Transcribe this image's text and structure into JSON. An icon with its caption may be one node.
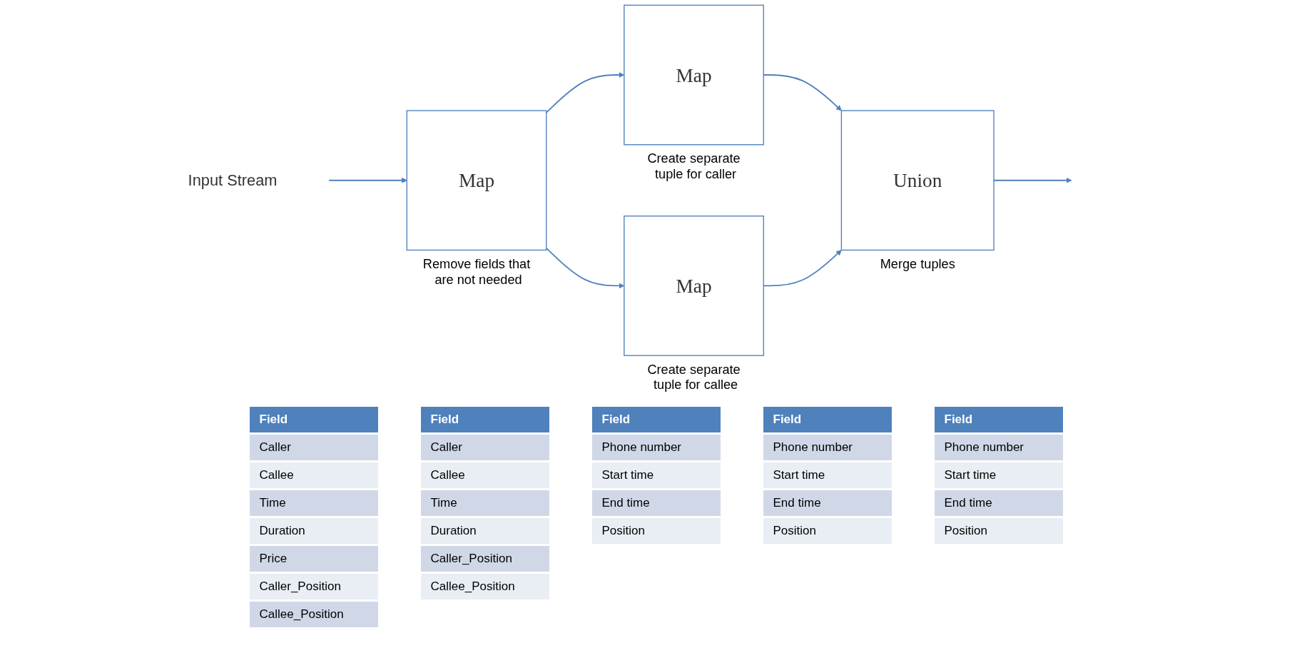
{
  "diagram": {
    "nodes": [
      {
        "text": [
          "Input Stream"
        ]
      },
      {
        "text": [
          "Map"
        ],
        "beside": [
          "Remove fields that are not needed"
        ]
      },
      {
        "text": [
          "Map"
        ],
        "beside": [
          "Create separate tuple for caller"
        ]
      },
      {
        "text": [
          "Map"
        ],
        "beside": [
          "Create separate tuple for callee"
        ]
      },
      {
        "text": [
          "Union"
        ],
        "beside": [
          "Merge tuples"
        ]
      }
    ],
    "edges": [
      {
        "from": 0,
        "to": 1,
        "arrow": "to"
      },
      {
        "from": 1,
        "to": 2,
        "arrow": "to"
      },
      {
        "from": 1,
        "to": 3,
        "arrow": "to"
      },
      {
        "from": 2,
        "to": 4,
        "arrow": "to"
      },
      {
        "from": 3,
        "to": 4,
        "arrow": "to"
      },
      {
        "from": 4,
        "to": null,
        "arrow": "to"
      }
    ],
    "labels": [
      "Field",
      "Caller",
      "Callee",
      "Time",
      "Duration",
      "Price",
      "Caller_Position",
      "Callee_Position",
      "Field",
      "Caller",
      "Callee",
      "Time",
      "Duration",
      "Caller_Position",
      "Callee_Position",
      "Field",
      "Phone number",
      "Start time",
      "End time",
      "Position",
      "Field",
      "Phone number",
      "Start time",
      "End time",
      "Position",
      "Field",
      "Phone number",
      "Start time",
      "End time",
      "Position"
    ]
  }
}
